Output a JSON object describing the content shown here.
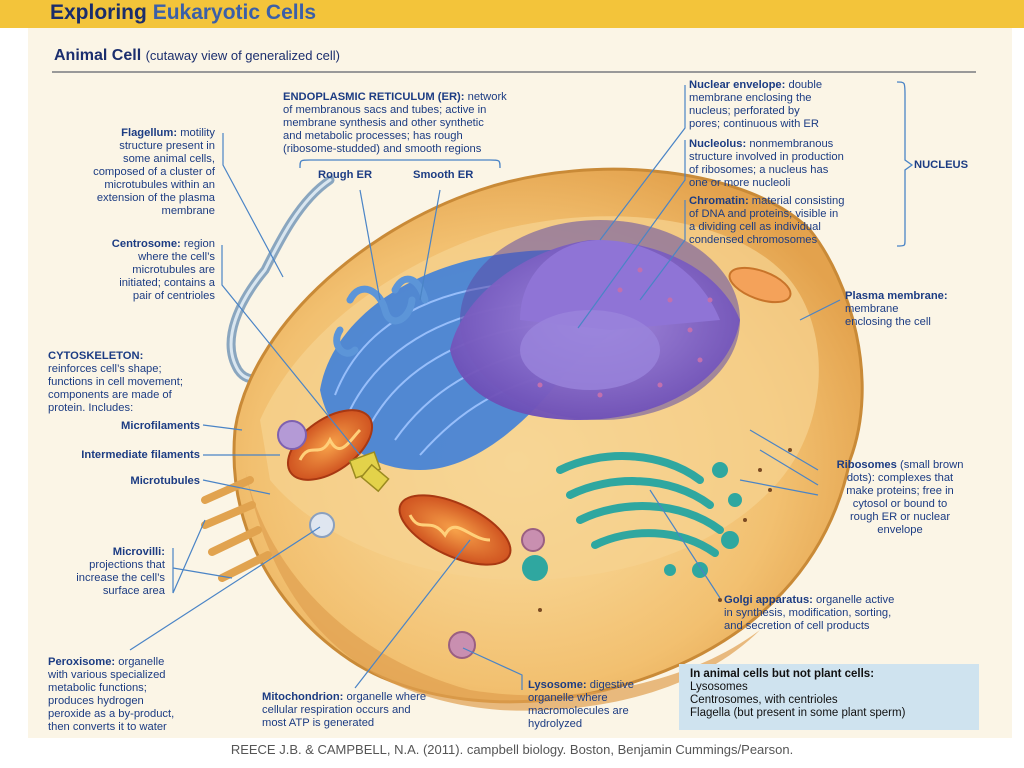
{
  "banner": {
    "title_part1": "Exploring",
    "title_part2": "Eukaryotic Cells"
  },
  "subtitle": {
    "main": "Animal Cell",
    "sub": "(cutaway view of generalized cell)"
  },
  "labels": {
    "er": {
      "title": "ENDOPLASMIC RETICULUM (ER):",
      "lines": [
        "network",
        "of membranous sacs and tubes; active in",
        "membrane synthesis and other synthetic",
        "and metabolic processes; has rough",
        "(ribosome-studded) and smooth regions"
      ]
    },
    "rough_er": "Rough ER",
    "smooth_er": "Smooth ER",
    "flagellum": {
      "title": "Flagellum:",
      "lines": [
        "motility",
        "structure present in",
        "some animal cells,",
        "composed of a cluster of",
        "microtubules within an",
        "extension of the plasma",
        "membrane"
      ]
    },
    "centrosome": {
      "title": "Centrosome:",
      "lines": [
        "region",
        "where the cell’s",
        "microtubules are",
        "initiated; contains a",
        "pair of centrioles"
      ]
    },
    "cytoskeleton": {
      "title": "CYTOSKELETON:",
      "lines": [
        "reinforces cell’s shape;",
        "functions in cell movement;",
        "components are made of",
        "protein. Includes:"
      ]
    },
    "microfilaments": "Microfilaments",
    "intermediate_filaments": "Intermediate filaments",
    "microtubules": "Microtubules",
    "microvilli": {
      "title": "Microvilli:",
      "lines": [
        "projections that",
        "increase the cell’s",
        "surface area"
      ]
    },
    "peroxisome": {
      "title": "Peroxisome:",
      "lines": [
        "organelle",
        "with various specialized",
        "metabolic functions;",
        "produces hydrogen",
        "peroxide as a by-product,",
        "then converts it to water"
      ]
    },
    "mitochondrion": {
      "title": "Mitochondrion:",
      "lines": [
        "organelle where",
        "cellular respiration occurs and",
        "most ATP is generated"
      ]
    },
    "lysosome": {
      "title": "Lysosome:",
      "lines": [
        "digestive",
        "organelle where",
        "macromolecules are",
        "hydrolyzed"
      ]
    },
    "nuclear_envelope": {
      "title": "Nuclear envelope:",
      "lines": [
        "double",
        "membrane enclosing the",
        "nucleus; perforated by",
        "pores; continuous with ER"
      ]
    },
    "nucleolus": {
      "title": "Nucleolus:",
      "lines": [
        "nonmembranous",
        "structure involved in production",
        "of ribosomes; a nucleus has",
        "one or more nucleoli"
      ]
    },
    "chromatin": {
      "title": "Chromatin:",
      "lines": [
        "material consisting",
        "of DNA and proteins; visible in",
        "a dividing cell as individual",
        "condensed chromosomes"
      ]
    },
    "nucleus": "NUCLEUS",
    "plasma_membrane": {
      "title": "Plasma membrane:",
      "lines": [
        "membrane",
        "enclosing the cell"
      ]
    },
    "ribosomes": {
      "title": "Ribosomes",
      "lines": [
        "(small brown",
        "dots): complexes that",
        "make proteins; free in",
        "cytosol or bound to",
        "rough ER or nuclear",
        "envelope"
      ]
    },
    "golgi": {
      "title": "Golgi apparatus:",
      "lines": [
        "organelle active",
        "in synthesis, modification, sorting,",
        "and secretion of cell products"
      ]
    }
  },
  "info_box": {
    "title": "In animal cells but not plant cells:",
    "items": [
      "Lysosomes",
      "Centrosomes, with centrioles",
      "Flagella (but present in some plant sperm)"
    ]
  },
  "credit": "REECE J.B. & CAMPBELL, N.A. (2011). campbell biology. Boston, Benjamin Cummings/Pearson.",
  "colors": {
    "banner": "#f3c43a",
    "label_text": "#1c3c83",
    "cytoplasm": "#f2c070",
    "nucleus": "#7d5cc4",
    "er": "#3f7fd9",
    "golgi": "#2fa7a0",
    "mitochondria": "#e6662b"
  }
}
